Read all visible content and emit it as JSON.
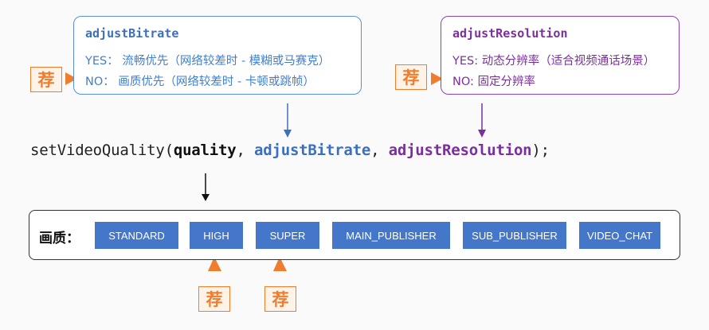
{
  "bitrate_box": {
    "title": "adjustBitrate",
    "yes_line": "YES： 流畅优先（网络较差时 - 模糊或马赛克）",
    "no_line": "NO： 画质优先（网络较差时 - 卡顿或跳帧）"
  },
  "resolution_box": {
    "title": "adjustResolution",
    "yes_line": "YES: 动态分辨率（适合视频通话场景）",
    "no_line": "NO: 固定分辨率"
  },
  "recommend_badge": "荐",
  "code": {
    "func": "setVideoQuality(",
    "param1": "quality",
    "sep1": ", ",
    "param2": "adjustBitrate",
    "sep2": ", ",
    "param3": "adjustResolution",
    "end": ");"
  },
  "quality_panel": {
    "label": "画质：",
    "options": [
      "STANDARD",
      "HIGH",
      "SUPER",
      "MAIN_PUBLISHER",
      "SUB_PUBLISHER",
      "VIDEO_CHAT"
    ]
  },
  "colors": {
    "bitrate": "#3c6fbf",
    "resolution": "#7b2f9e",
    "recommend": "#ef7d2d",
    "option_bg": "#4477c9"
  }
}
